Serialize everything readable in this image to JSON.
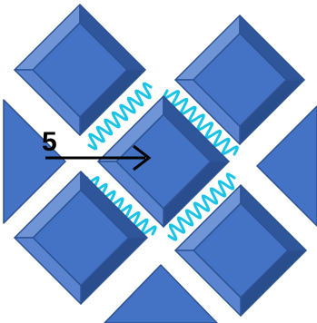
{
  "force_label": "5",
  "colors": {
    "block_face": "#4472C4",
    "block_top": "#6F95D6",
    "block_left": "#5A84CF",
    "block_right": "#2F559B",
    "block_bottom": "#2A4D8E",
    "block_edge": "#2E5395",
    "spring": "#19C4E6",
    "arrow": "#000000",
    "label": "#000000"
  },
  "icons": {
    "arrow": "right-arrow",
    "spring": "coil-spring"
  }
}
